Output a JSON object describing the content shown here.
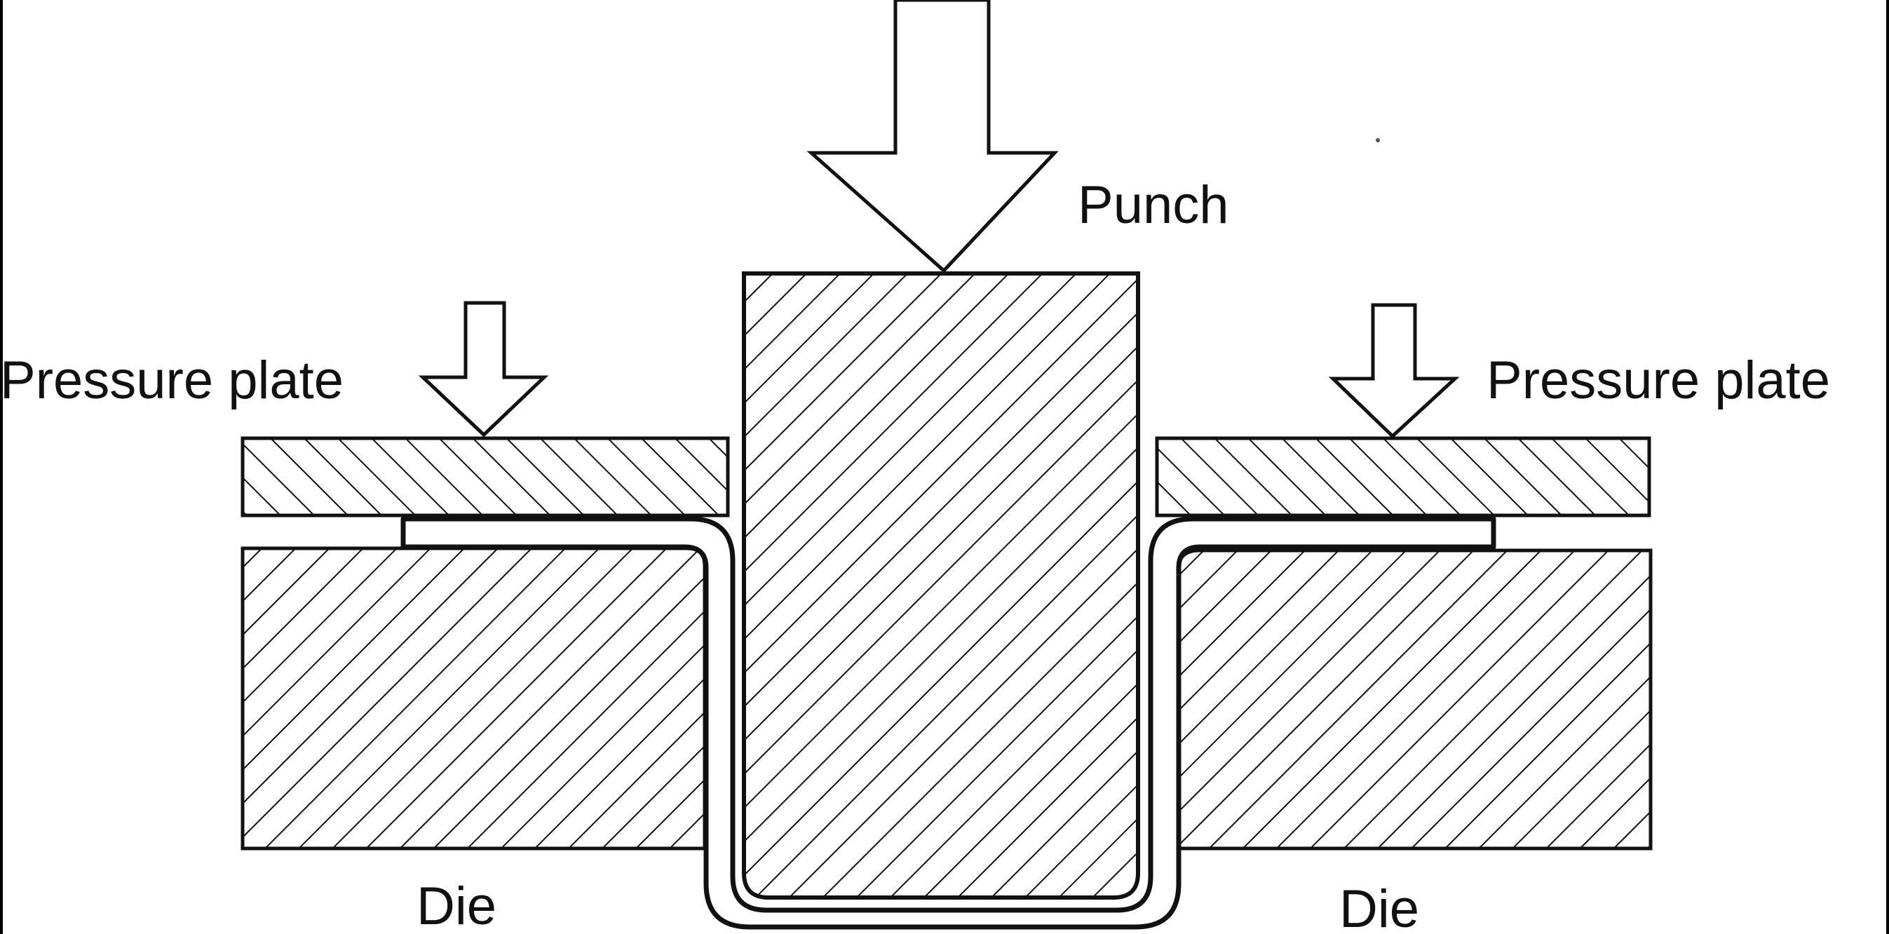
{
  "labels": {
    "punch": "Punch",
    "pressure_plate_left": "Pressure plate",
    "pressure_plate_right": "Pressure plate",
    "die_left": "Die",
    "die_right": "Die"
  },
  "colors": {
    "background": "#ffffff",
    "ink": "#111111",
    "frame": "#000000"
  }
}
